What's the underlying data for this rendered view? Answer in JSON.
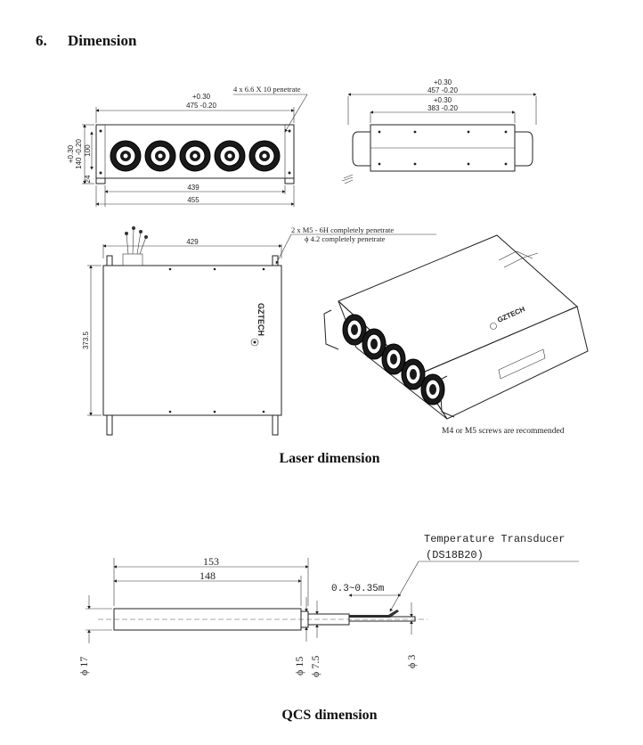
{
  "section": {
    "number": "6.",
    "title": "Dimension"
  },
  "laser": {
    "front_view": {
      "width_tol": "+0.30",
      "width_value": "475 -0.20",
      "holes_note": "4 x 6.6 X 10 penetrate",
      "height_tol": "+0.30",
      "height_value": "140 -0.20",
      "inner_height": "100",
      "foot_height": "24",
      "inner_width": "439",
      "outer_width": "455"
    },
    "side_view": {
      "overall_tol": "+0.30",
      "overall_value": "457 -0.20",
      "inner_tol": "+0.30",
      "inner_value": "383 -0.20"
    },
    "top_view": {
      "top_width": "429",
      "depth": "373.5",
      "thread_note": "2 x  M5 - 6H completely penetrate",
      "hole_note": "ϕ 4.2 completely penetrate",
      "brand": "GZTECH"
    },
    "iso_view": {
      "brand": "GZTECH"
    },
    "screw_note": "M4 or M5 screws are recommended",
    "caption": "Laser dimension"
  },
  "qcs": {
    "sensor_label": "Temperature Transducer",
    "sensor_model": "(DS18B20)",
    "overall_length": "153",
    "body_length": "148",
    "gap": "0.3~0.35m",
    "d_body": "ϕ 17",
    "d_step1": "ϕ 15",
    "d_step2": "ϕ 7.5",
    "d_tip": "ϕ 3",
    "caption": "QCS dimension"
  }
}
